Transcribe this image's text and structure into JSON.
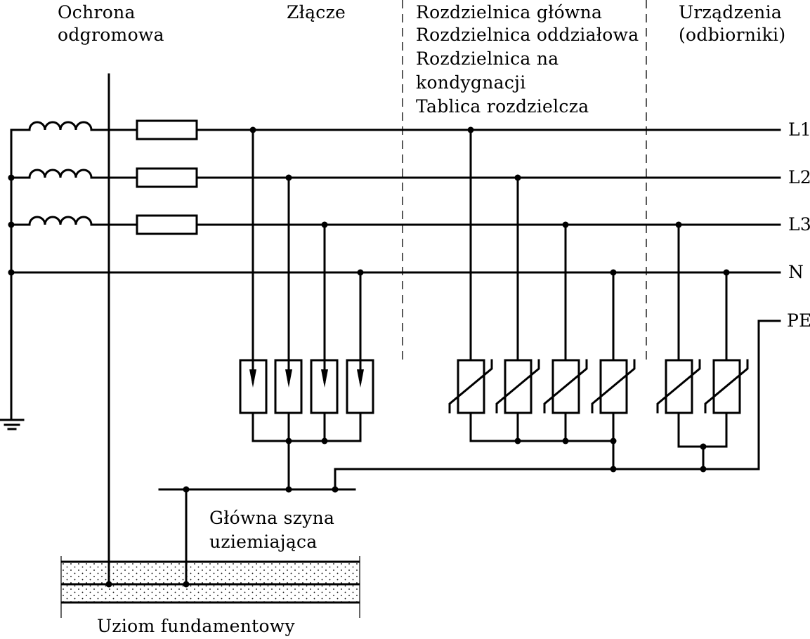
{
  "zones": {
    "lightning": [
      "Ochrona",
      "odgromowa"
    ],
    "connection": "Złącze",
    "distribution": [
      "Rozdzielnica główna",
      "Rozdzielnica oddziałowa",
      "Rozdzielnica na",
      "kondygnacji",
      "Tablica rozdzielcza"
    ],
    "devices": [
      "Urządzenia",
      "(odbiorniki)"
    ]
  },
  "conductors": {
    "l1": "L1",
    "l2": "L2",
    "l3": "L3",
    "n": "N",
    "pe": "PE"
  },
  "busbar": [
    "Główna szyna",
    "uziemiająca"
  ],
  "foundation": "Uziom fundamentowy",
  "colors": {
    "line": "#000000",
    "background": "#ffffff"
  }
}
